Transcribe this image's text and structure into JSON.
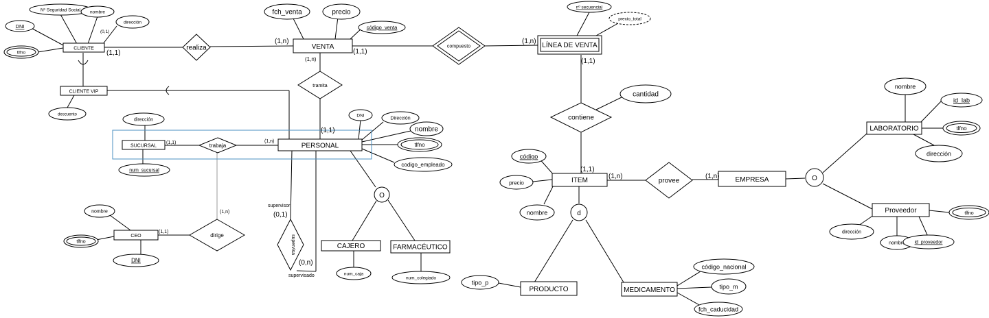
{
  "entities": {
    "cliente": "CLIENTE",
    "cliente_vip": "CLIENTE VIP",
    "venta": "VENTA",
    "linea_venta": "LÍNEA DE VENTA",
    "personal": "PERSONAL",
    "sucursal": "SUCURSAL",
    "ceo": "CEO",
    "cajero": "CAJERO",
    "farmaceutico": "FARMACÉUTICO",
    "item": "ITEM",
    "producto": "PRODUCTO",
    "medicamento": "MEDICAMENTO",
    "empresa": "EMPRESA",
    "laboratorio": "LABORATORIO",
    "proveedor": "Proveedor"
  },
  "relationships": {
    "realiza": "realiza",
    "compuesto": "compuesto",
    "tramita": "tramita",
    "trabaja": "trabaja",
    "dirige": "dirige",
    "supervisa": "supervisa",
    "contiene": "contiene",
    "provee": "provee"
  },
  "attributes": {
    "cliente_ss": "Nº Seguridad Social",
    "cliente_nombre": "nombre",
    "cliente_dni": "DNI",
    "cliente_direccion": "dirección",
    "cliente_tlfno": "tlfno",
    "vip_descuento": "descuento",
    "venta_fch": "fch_venta",
    "venta_precio": "precio",
    "venta_codigo": "código_venta",
    "linea_num": "nº secuencial",
    "linea_precio_total": "precio_total",
    "linea_cantidad": "cantidad",
    "sucursal_direccion": "dirección",
    "sucursal_num": "num_sucursal",
    "personal_dni": "DNI",
    "personal_direccion": "Dirección",
    "personal_nombre": "nombre",
    "personal_tlfno": "tlfno",
    "personal_codigo": "codigo_empleado",
    "ceo_nombre": "nombre",
    "ceo_tlfno": "tlfno",
    "ceo_dni": "DNI",
    "cajero_num": "num_caja",
    "farm_num": "num_colegiado",
    "item_codigo": "código",
    "item_precio": "precio",
    "item_nombre": "nombre",
    "producto_tipo": "tipo_p",
    "med_codigo": "código_nacional",
    "med_tipo": "tipo_m",
    "med_fch": "fch_caducidad",
    "lab_nombre": "nombre",
    "lab_id": "id_lab",
    "lab_tlfno": "tlfno",
    "lab_direccion": "dirección",
    "prov_tlfno": "tlfno",
    "prov_direccion": "dirección",
    "prov_nombre": "nombre",
    "prov_id": "id_proveedor"
  },
  "cardinalities": {
    "c_cliente_dir": "(0,1)",
    "c_cliente_realiza": "(1,1)",
    "c_venta_realiza": "(1,n)",
    "c_venta_compuesto": "(1,1)",
    "c_linea_compuesto": "(1,n)",
    "c_venta_tramita": "(1,n)",
    "c_personal_tramita": "(1,1)",
    "c_sucursal_trabaja": "(1,1)",
    "c_personal_trabaja": "(1,n)",
    "c_personal_dirige": "(1,n)",
    "c_ceo_dirige": "(1,1)",
    "c_supervisor": "(0,1)",
    "c_supervisado": "(0,n)",
    "c_linea_contiene": "(1,1)",
    "c_item_contiene": "(1,1)",
    "c_item_provee": "(1,n)",
    "c_empresa_provee": "(1,n)"
  },
  "roles": {
    "supervisor": "supervisor",
    "supervisado": "supervisado"
  },
  "specializations": {
    "personal": "O",
    "item": "d",
    "empresa": "O"
  }
}
